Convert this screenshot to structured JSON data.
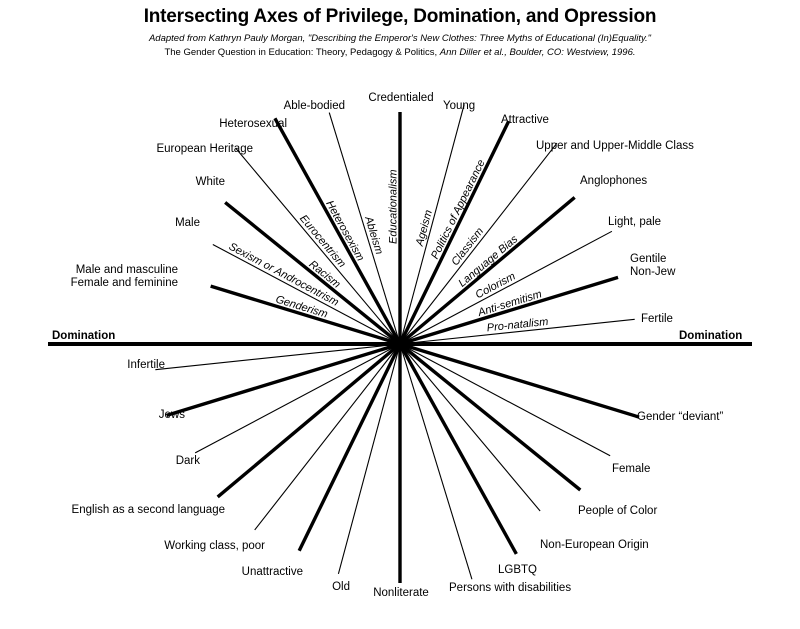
{
  "header": {
    "title": "Intersecting Axes of Privilege, Domination, and Opression",
    "subtitle_line1": "Adapted from Kathryn Pauly Morgan, \"Describing the Emperor's New Clothes: Three Myths of Educational (In)Equality.\"",
    "subtitle_line2_a": "The Gender Question in Education: Theory, Pedagogy & Politics, ",
    "subtitle_line2_b": "Ann Diller et al., Boulder, CO: Westview, 1996."
  },
  "axis": {
    "left_label": "Domination",
    "right_label": "Domination"
  },
  "chart_data": {
    "type": "radial-diagram",
    "title": "Intersecting Axes of Privilege, Domination, and Opression",
    "center": [
      400,
      344
    ],
    "description": "Radial spoke diagram: each axis names a system of domination at the center, with the privileged position at the upper end and the oppressed position at the lower end.",
    "axes": [
      {
        "system": "Genderism",
        "privileged": "Male and masculine\nFemale and feminine",
        "oppressed": "Gender “deviant”",
        "weight": "thick",
        "angle_deg": 163
      },
      {
        "system": "Sexism or Androcentrism",
        "privileged": "Male",
        "oppressed": "Female",
        "weight": "thin",
        "angle_deg": 152
      },
      {
        "system": "Racism",
        "privileged": "White",
        "oppressed": "People of Color",
        "weight": "thick",
        "angle_deg": 141
      },
      {
        "system": "Eurocentrism",
        "privileged": "European Heritage",
        "oppressed": "Non-European Origin",
        "weight": "thin",
        "angle_deg": 130
      },
      {
        "system": "Heterosexism",
        "privileged": "Heterosexual",
        "oppressed": "LGBTQ",
        "weight": "thick",
        "angle_deg": 119
      },
      {
        "system": "Ableism",
        "privileged": "Able-bodied",
        "oppressed": "Persons with disabilities",
        "weight": "thin",
        "angle_deg": 107
      },
      {
        "system": "Educationalism",
        "privileged": "Credentialed",
        "oppressed": "Nonliterate",
        "weight": "thick",
        "angle_deg": 90
      },
      {
        "system": "Ageism",
        "privileged": "Young",
        "oppressed": "Old",
        "weight": "thin",
        "angle_deg": 75
      },
      {
        "system": "Politics of Appearance",
        "privileged": "Attractive",
        "oppressed": "Unattractive",
        "weight": "thick",
        "angle_deg": 64
      },
      {
        "system": "Classism",
        "privileged": "Upper and Upper-Middle Class",
        "oppressed": "Working class, poor",
        "weight": "thin",
        "angle_deg": 52
      },
      {
        "system": "Language Bias",
        "privileged": "Anglophones",
        "oppressed": "English as a second language",
        "weight": "thick",
        "angle_deg": 40
      },
      {
        "system": "Colorism",
        "privileged": "Light, pale",
        "oppressed": "Dark",
        "weight": "thin",
        "angle_deg": 28
      },
      {
        "system": "Anti-semitism",
        "privileged": "Gentile\nNon-Jew",
        "oppressed": "Jews",
        "weight": "thick",
        "angle_deg": 17
      },
      {
        "system": "Pro-natalism",
        "privileged": "Fertile",
        "oppressed": "Infertile",
        "weight": "thin",
        "angle_deg": 6
      }
    ]
  },
  "labels": {
    "privileged": {
      "male_masculine": "Male and masculine",
      "female_feminine": "Female and feminine",
      "male": "Male",
      "white": "White",
      "european_heritage": "European Heritage",
      "heterosexual": "Heterosexual",
      "able_bodied": "Able-bodied",
      "credentialed": "Credentialed",
      "young": "Young",
      "attractive": "Attractive",
      "upper_class": "Upper and Upper-Middle Class",
      "anglophones": "Anglophones",
      "light_pale": "Light, pale",
      "gentile": "Gentile",
      "non_jew": "Non-Jew",
      "fertile": "Fertile"
    },
    "oppressed": {
      "gender_deviant": "Gender “deviant”",
      "female": "Female",
      "people_of_color": "People of Color",
      "non_european_origin": "Non-European Origin",
      "lgbtq": "LGBTQ",
      "persons_with_disabilities": "Persons with disabilities",
      "nonliterate": "Nonliterate",
      "old": "Old",
      "unattractive": "Unattractive",
      "working_class_poor": "Working class, poor",
      "english_second_language": "English as a second language",
      "dark": "Dark",
      "jews": "Jews",
      "infertile": "Infertile"
    },
    "systems": {
      "genderism": "Genderism",
      "sexism": "Sexism or Androcentrism",
      "racism": "Racism",
      "eurocentrism": "Eurocentrism",
      "heterosexism": "Heterosexism",
      "ableism": "Ableism",
      "educationalism": "Educationalism",
      "ageism": "Ageism",
      "politics_of_appearance": "Politics of Appearance",
      "classism": "Classism",
      "language_bias": "Language Bias",
      "colorism": "Colorism",
      "anti_semitism": "Anti-semitism",
      "pro_natalism": "Pro-natalism"
    }
  }
}
